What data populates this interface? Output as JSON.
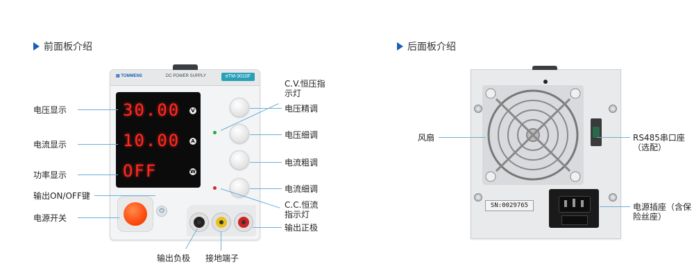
{
  "front_section": {
    "title": "前面板介绍",
    "panel": {
      "brand": "TOMMENS",
      "product_line": "DC POWER SUPPLY",
      "model": "eTM-3010F",
      "displays": [
        {
          "value": "30.00",
          "unit": "V"
        },
        {
          "value": "10.00",
          "unit": "A"
        },
        {
          "value": "OFF",
          "unit": "W"
        }
      ]
    },
    "labels_left": [
      "电压显示",
      "电流显示",
      "功率显示",
      "输出ON/OFF键",
      "电源开关"
    ],
    "labels_right": [
      "C.V.恒压指示灯",
      "电压精调",
      "电压细调",
      "电流粗调",
      "电流细调",
      "C.C.恒流指示灯",
      "输出正极"
    ],
    "labels_bottom": [
      "输出负极",
      "接地端子"
    ]
  },
  "rear_section": {
    "title": "后面板介绍",
    "serial_plate": "SN:0029765",
    "labels_left": [
      "风扇"
    ],
    "labels_right": [
      "RS485串口座（选配）",
      "电源插座（含保险丝座）"
    ]
  },
  "colors": {
    "accent": "#1a5fb4",
    "leader_line": "#6aaed6",
    "lcd_digits": "#ff2a22",
    "cv_led": "#22aa44",
    "cc_led": "#dd2222",
    "power_button": "#ff4b10"
  }
}
